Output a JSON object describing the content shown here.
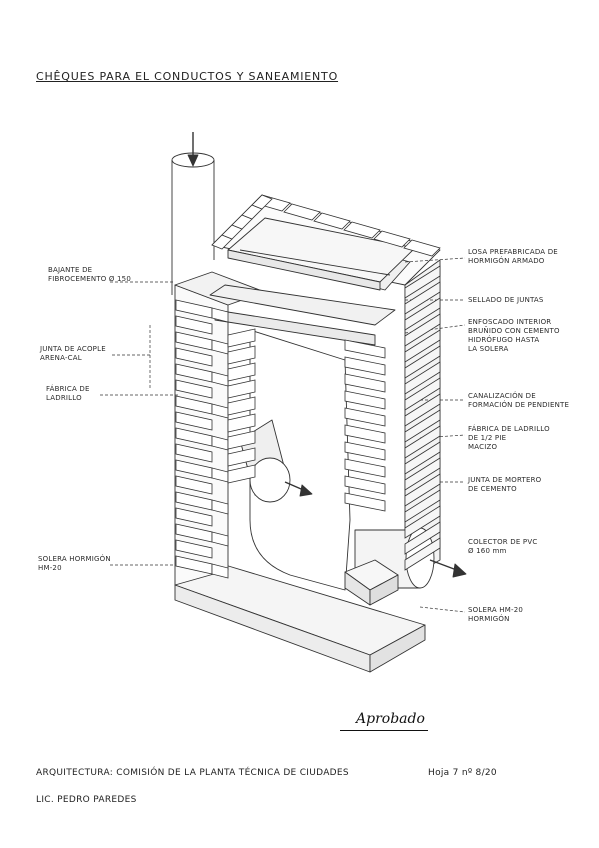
{
  "title": "CHÊQUES PARA EL CONDUCTOS Y SANEAMIENTO",
  "labels": {
    "l1": "BAJANTE DE\nFIBROCEMENTO Ø 150",
    "l2": "JUNTA DE ACOPLE\nARENA-CAL",
    "l3": "FÁBRICA DE\nLADRILLO",
    "l4": "SOLERA HORMIGÓN\nHM-20",
    "r1": "LOSA PREFABRICADA DE\nHORMIGÓN ARMADO",
    "r2": "SELLADO DE JUNTAS",
    "r3": "ENFOSCADO INTERIOR\nBRUÑIDO CON CEMENTO\nHIDRÓFUGO HASTA\nLA SOLERA",
    "r4": "CANALIZACIÓN DE\nFORMACIÓN DE PENDIENTE",
    "r5": "FÁBRICA DE LADRILLO\nDE 1/2 PIE\nMACIZO",
    "r6": "JUNTA DE MORTERO\nDE CEMENTO",
    "r7": "COLECTOR DE PVC\nØ 160 mm",
    "r8": "SOLERA HM-20\nHORMIGÓN"
  },
  "footer": {
    "line1": "ARQUITECTURA: COMISIÓN DE LA PLANTA TÉCNICA DE CIUDADES",
    "line2": "LIC. PEDRO PAREDES",
    "page": "Hoja 7     nº 8/20",
    "signature": "Aprobado"
  }
}
